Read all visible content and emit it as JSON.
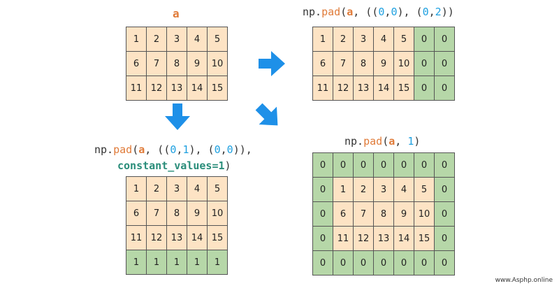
{
  "label_a": "a",
  "code_tr": {
    "np": "np.",
    "fn": "pad",
    "p1": "(",
    "arr": "a",
    "p2": ", ((",
    "n1": "0",
    "c1": ",",
    "n2": "0",
    "p3": "), (",
    "n3": "0",
    "c2": ",",
    "n4": "2",
    "p4": "))"
  },
  "code_bl1": {
    "np": "np.",
    "fn": "pad",
    "p1": "(",
    "arr": "a",
    "p2": ", ((",
    "n1": "0",
    "c1": ",",
    "n2": "1",
    "p3": "), (",
    "n3": "0",
    "c2": ",",
    "n4": "0",
    "p4": ")),"
  },
  "code_bl2": {
    "kw": "constant_values=1",
    "p": ")"
  },
  "code_br": {
    "np": "np.",
    "fn": "pad",
    "p1": "(",
    "arr": "a",
    "p2": ", ",
    "n1": "1",
    "p3": ")"
  },
  "grid_a": [
    [
      "1",
      "2",
      "3",
      "4",
      "5"
    ],
    [
      "6",
      "7",
      "8",
      "9",
      "10"
    ],
    [
      "11",
      "12",
      "13",
      "14",
      "15"
    ]
  ],
  "grid_tr": [
    [
      "1",
      "2",
      "3",
      "4",
      "5",
      "0",
      "0"
    ],
    [
      "6",
      "7",
      "8",
      "9",
      "10",
      "0",
      "0"
    ],
    [
      "11",
      "12",
      "13",
      "14",
      "15",
      "0",
      "0"
    ]
  ],
  "grid_bl": [
    [
      "1",
      "2",
      "3",
      "4",
      "5"
    ],
    [
      "6",
      "7",
      "8",
      "9",
      "10"
    ],
    [
      "11",
      "12",
      "13",
      "14",
      "15"
    ],
    [
      "1",
      "1",
      "1",
      "1",
      "1"
    ]
  ],
  "grid_br": [
    [
      "0",
      "0",
      "0",
      "0",
      "0",
      "0",
      "0"
    ],
    [
      "0",
      "1",
      "2",
      "3",
      "4",
      "5",
      "0"
    ],
    [
      "0",
      "6",
      "7",
      "8",
      "9",
      "10",
      "0"
    ],
    [
      "0",
      "11",
      "12",
      "13",
      "14",
      "15",
      "0"
    ],
    [
      "0",
      "0",
      "0",
      "0",
      "0",
      "0",
      "0"
    ]
  ],
  "watermark": "www.Asphp.online",
  "colors": {
    "original": "#fde3c4",
    "padding": "#b6d7a8",
    "arrow": "#1e90e8",
    "function": "#e07b39",
    "number": "#1ea0e0",
    "keyword": "#2a8d7a"
  }
}
